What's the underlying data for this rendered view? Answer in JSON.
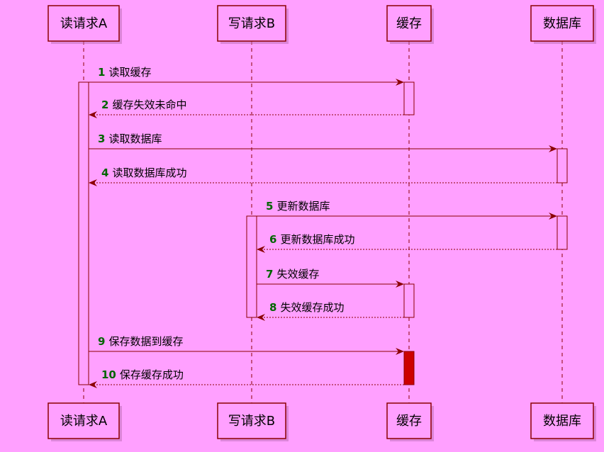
{
  "participants": [
    {
      "id": "A",
      "label": "读请求A"
    },
    {
      "id": "B",
      "label": "写请求B"
    },
    {
      "id": "C",
      "label": "缓存"
    },
    {
      "id": "D",
      "label": "数据库"
    }
  ],
  "messages": [
    {
      "num": "1",
      "text": "读取缓存",
      "from": "A",
      "to": "C",
      "style": "solid"
    },
    {
      "num": "2",
      "text": "缓存失效未命中",
      "from": "C",
      "to": "A",
      "style": "dashed"
    },
    {
      "num": "3",
      "text": "读取数据库",
      "from": "A",
      "to": "D",
      "style": "solid"
    },
    {
      "num": "4",
      "text": "读取数据库成功",
      "from": "D",
      "to": "A",
      "style": "dashed"
    },
    {
      "num": "5",
      "text": "更新数据库",
      "from": "B",
      "to": "D",
      "style": "solid"
    },
    {
      "num": "6",
      "text": "更新数据库成功",
      "from": "D",
      "to": "B",
      "style": "dashed"
    },
    {
      "num": "7",
      "text": "失效缓存",
      "from": "B",
      "to": "C",
      "style": "solid"
    },
    {
      "num": "8",
      "text": "失效缓存成功",
      "from": "C",
      "to": "B",
      "style": "dashed"
    },
    {
      "num": "9",
      "text": "保存数据到缓存",
      "from": "A",
      "to": "C",
      "style": "solid"
    },
    {
      "num": "10",
      "text": "保存缓存成功",
      "from": "C",
      "to": "A",
      "style": "dashed"
    }
  ],
  "colors": {
    "background": "#FFA0FF",
    "border": "#8B0000",
    "number": "#006400",
    "highlight": "#CC0000"
  }
}
